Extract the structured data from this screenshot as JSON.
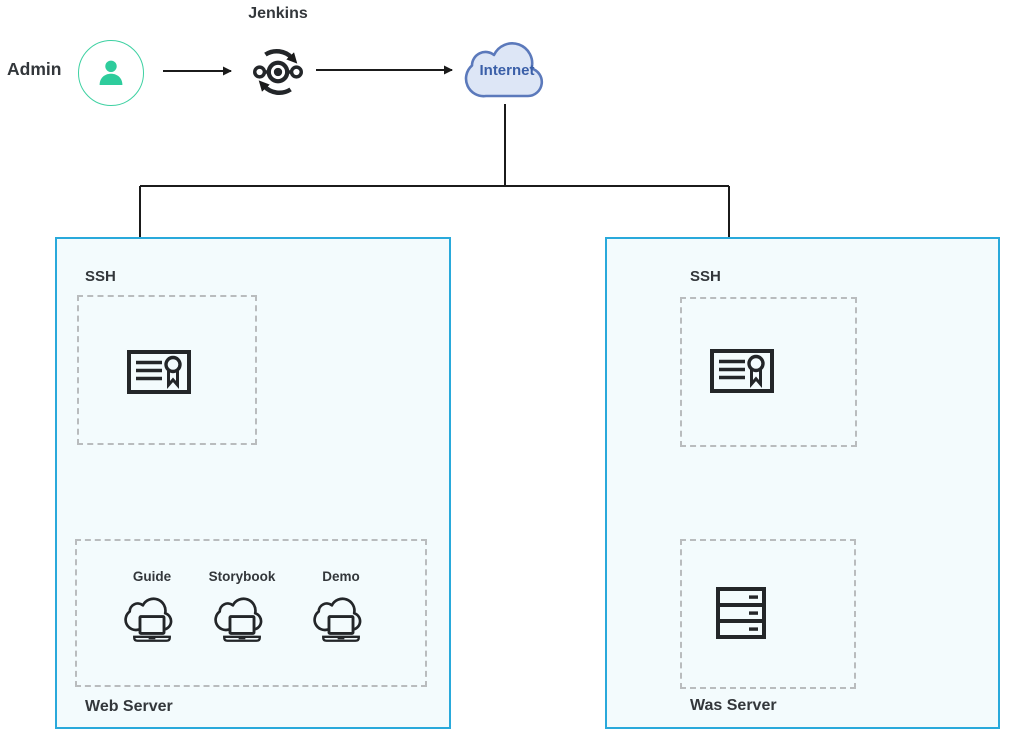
{
  "top_row": {
    "admin_label": "Admin",
    "jenkins_label": "Jenkins",
    "internet_label": "Internet"
  },
  "web_server_panel": {
    "ssh_label": "SSH",
    "title": "Web Server",
    "certificate_icon": "certificate-icon",
    "apps": [
      {
        "label": "Guide",
        "icon": "cloud-laptop-icon"
      },
      {
        "label": "Storybook",
        "icon": "cloud-laptop-icon"
      },
      {
        "label": "Demo",
        "icon": "cloud-laptop-icon"
      }
    ]
  },
  "was_server_panel": {
    "ssh_label": "SSH",
    "title": "Was Server",
    "certificate_icon": "certificate-icon",
    "server_icon": "server-rack-icon"
  },
  "icons": {
    "admin": "person-icon",
    "jenkins": "ci-automation-icon",
    "internet": "cloud-icon"
  },
  "colors": {
    "panel-border": "#29a9db",
    "panel-bg": "#f3fbfd",
    "dashed-border": "#b9bcbe",
    "line": "#1b1b1b",
    "text": "#33373b",
    "teal": "#2ecc9c",
    "cloud-fill": "#dde6f6",
    "cloud-stroke": "#5b79bb",
    "internet-text": "#3a5fa8",
    "icon-stroke": "#232629"
  }
}
